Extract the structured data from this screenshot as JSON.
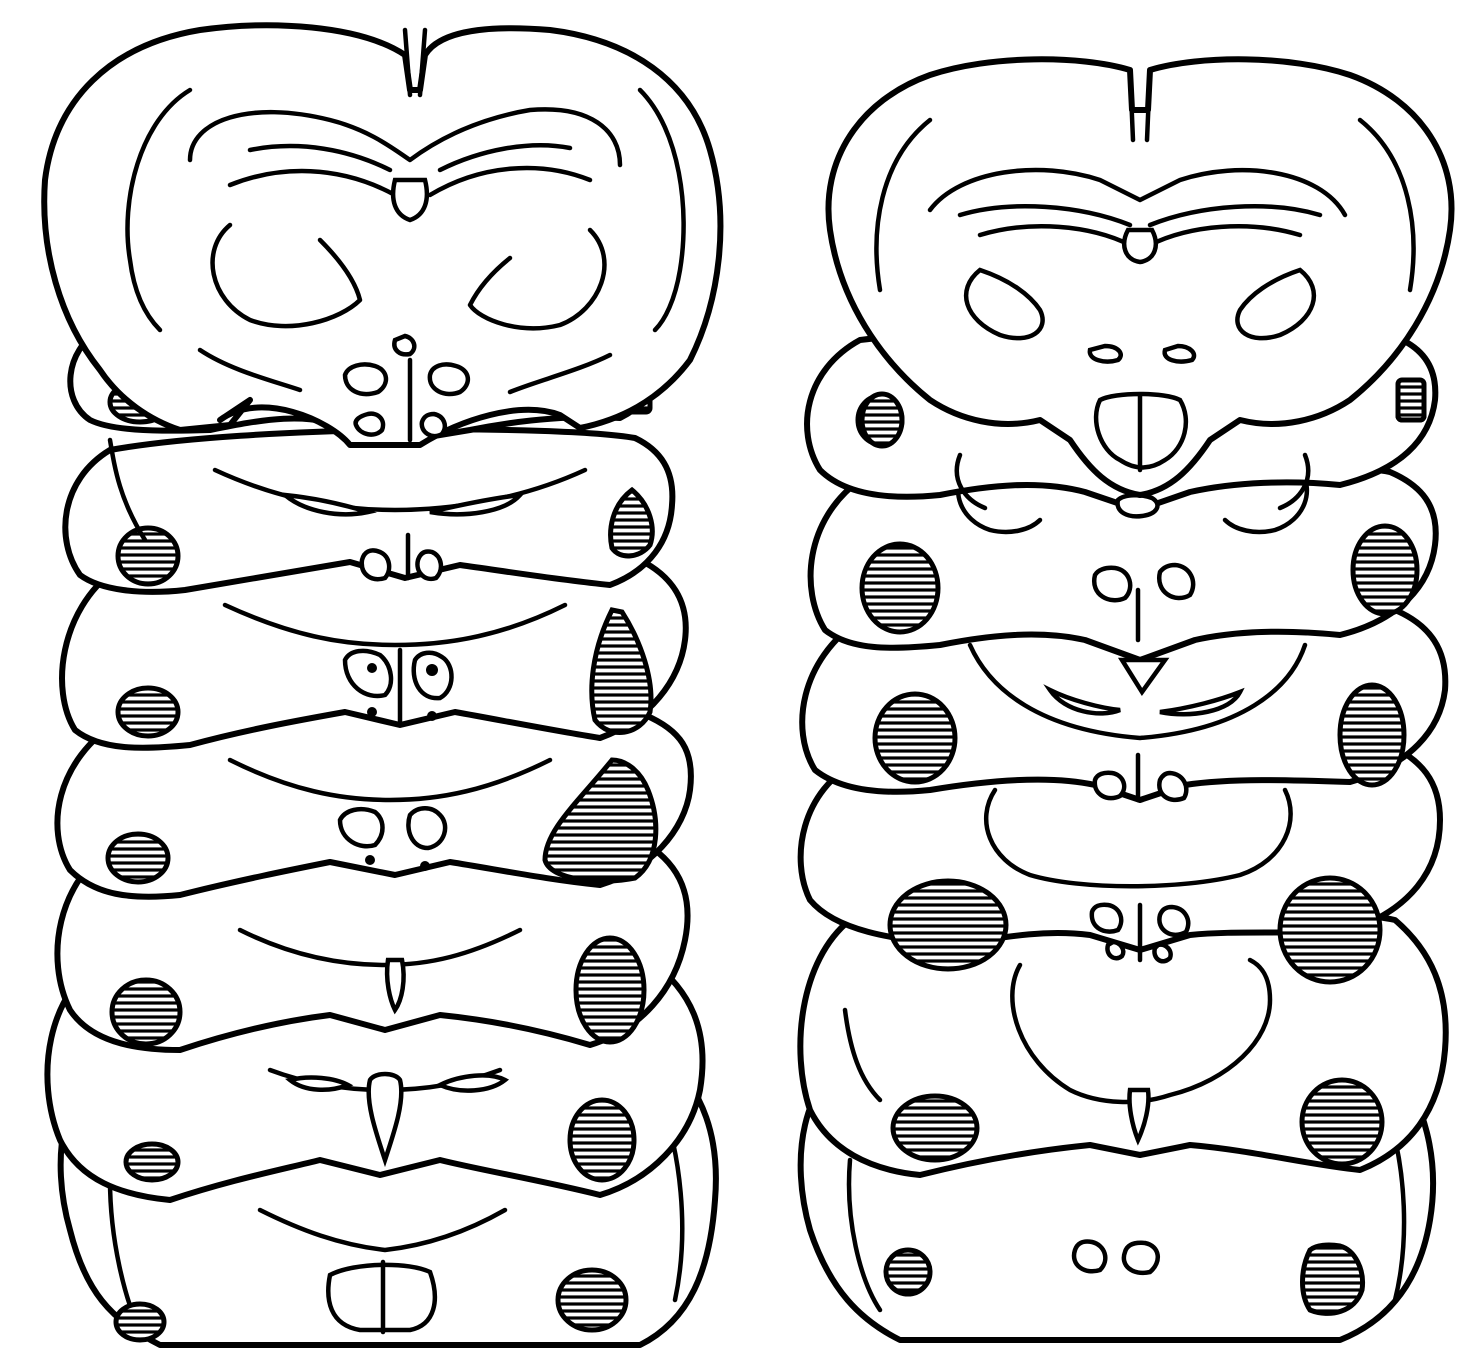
{
  "figure": {
    "background": "#ffffff",
    "ink": "#000000",
    "columns": [
      {
        "id": "left-series",
        "section_count": 8
      },
      {
        "id": "right-series",
        "section_count": 7
      }
    ],
    "lesion_fill": "horizontal-hatch"
  }
}
